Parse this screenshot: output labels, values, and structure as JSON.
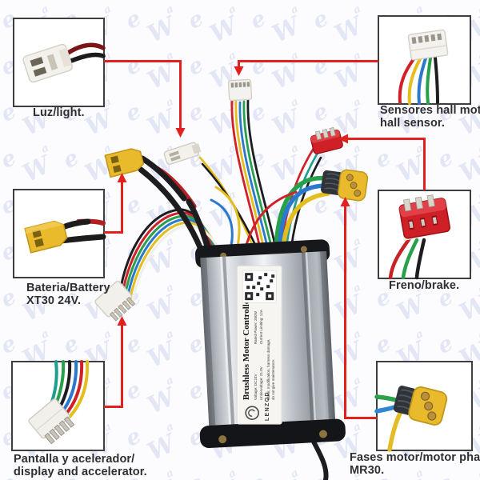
{
  "watermark": {
    "letter_e": "e",
    "letter_w": "W",
    "letter_a": "a",
    "color": "#bfc8ea"
  },
  "theme": {
    "accent_red": "#e2201e",
    "box_border": "#3e3e40",
    "background": "#fcfcfe",
    "caption_color": "#2f2f31"
  },
  "callouts": {
    "light": {
      "line1": "Luz/light."
    },
    "hall_sensor": {
      "line1": "Sensores hall motor/",
      "line2": "hall sensor."
    },
    "battery": {
      "line1": "Bateria/Battery",
      "line2": "XT30 24V."
    },
    "brake": {
      "line1": "Freno/brake."
    },
    "display": {
      "line1": "Pantalla y acelerador/",
      "line2": "display and accelerator."
    },
    "motor_phases": {
      "line1": "Fases motor/motor phases",
      "line2": "MR30."
    }
  },
  "controller": {
    "label_title": "Brushless Motor Controller",
    "brand": "LENZOD",
    "spec_voltage": "Voltage: DC24V",
    "spec_undervoltage": "Undervoltage: 21.0V",
    "spec_rated_power": "Rated Power: 250W",
    "spec_current_limit": "Current Limiting: 12A",
    "spec_note_1": "Motor, modification, harness damage,",
    "spec_note_2": "do not give maintenance."
  },
  "wire_colors": {
    "red": "#cf2127",
    "yellow": "#e4bd1f",
    "blue": "#2b79cd",
    "green": "#27a04c",
    "teal": "#1f9e8e",
    "black": "#1d1d20",
    "white": "#f0efe9"
  }
}
